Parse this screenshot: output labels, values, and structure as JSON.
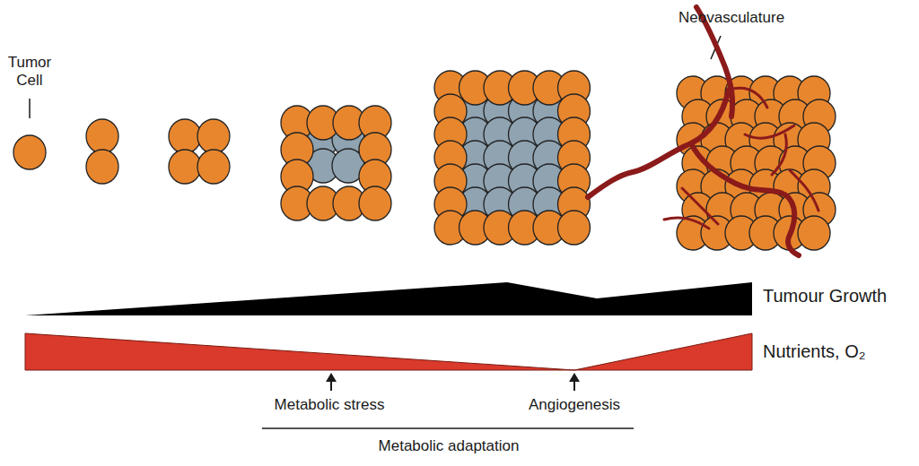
{
  "diagram": {
    "labels": [
      "Tumor Cell",
      "Neovasculature",
      "Tumour Growth",
      "Nutrients, O₂",
      "Metabolic stress",
      "Angiogenesis",
      "Metabolic adaptation"
    ]
  }
}
